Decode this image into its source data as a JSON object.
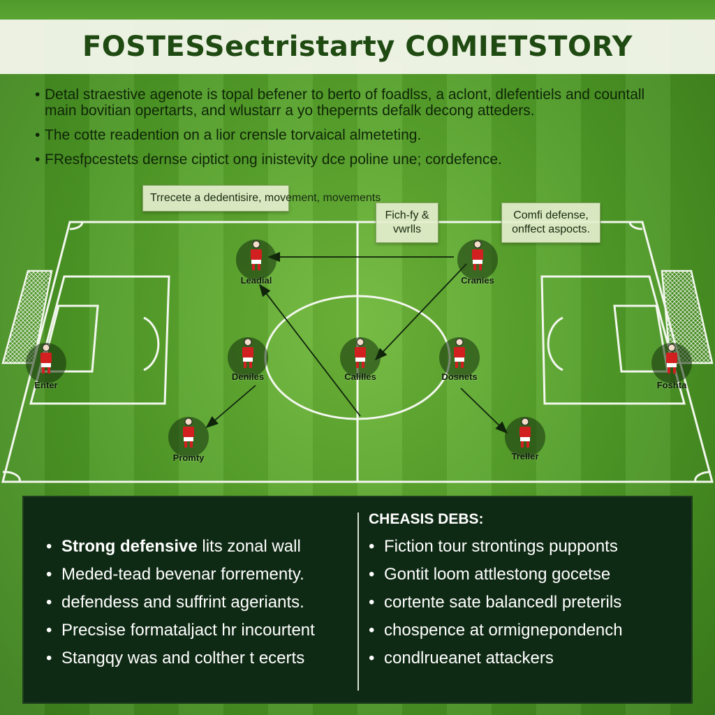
{
  "title": "FOSTESSectristarty COMIETSTORY",
  "intro_bullets": [
    "Detal straestive agenote is topal befener to berto of foadlss, a aclont, dlefentiels and countall main bovitian opertarts, and wlustarr a yo thepernts defalk decong atteders.",
    "The cotte readention on a lior crensle torvaical almeteting.",
    "FResfpcestets dernse ciptict ong inistevity dce poline une; cordefence."
  ],
  "notes": [
    {
      "id": "note-movement",
      "text": "Trrecete a dedentisire, movement, movements"
    },
    {
      "id": "note-pitch",
      "text": "Fich-fy & vwrlls"
    },
    {
      "id": "note-defense",
      "text": "Comfi defense, onffect aspocts."
    }
  ],
  "players": [
    {
      "id": "leadial",
      "label": "Leadial"
    },
    {
      "id": "cranies",
      "label": "Cranies"
    },
    {
      "id": "enter",
      "label": "Enter"
    },
    {
      "id": "deniles",
      "label": "Deniles"
    },
    {
      "id": "calilles",
      "label": "Calilles"
    },
    {
      "id": "dosnets",
      "label": "Dosnets"
    },
    {
      "id": "foshta",
      "label": "Foshta"
    },
    {
      "id": "promty",
      "label": "Promty"
    },
    {
      "id": "treller",
      "label": "Treller"
    }
  ],
  "panel": {
    "left_items": [
      {
        "bold": "Strong defensive",
        "rest": " lits zonal wall"
      },
      {
        "bold": "",
        "rest": "Meded-tead bevenar forrementy."
      },
      {
        "bold": "",
        "rest": "defendess and suffrint ageriants."
      },
      {
        "bold": "",
        "rest": "Precsise formataljact hr incourtent"
      },
      {
        "bold": "",
        "rest": "Stangqy was and colther t ecerts"
      }
    ],
    "right_heading": "CHEASIS DEBS:",
    "right_items": [
      "Fiction tour strontings pupponts",
      "Gontit loom attlestong gocetse",
      "cortente sate balancedl preterils",
      "chospence at ormignepondench",
      "condlrueanet attackers"
    ]
  },
  "colors": {
    "title_text": "#1f4a12",
    "panel_bg": "#0f2a14",
    "jersey": "#d21f1f"
  }
}
